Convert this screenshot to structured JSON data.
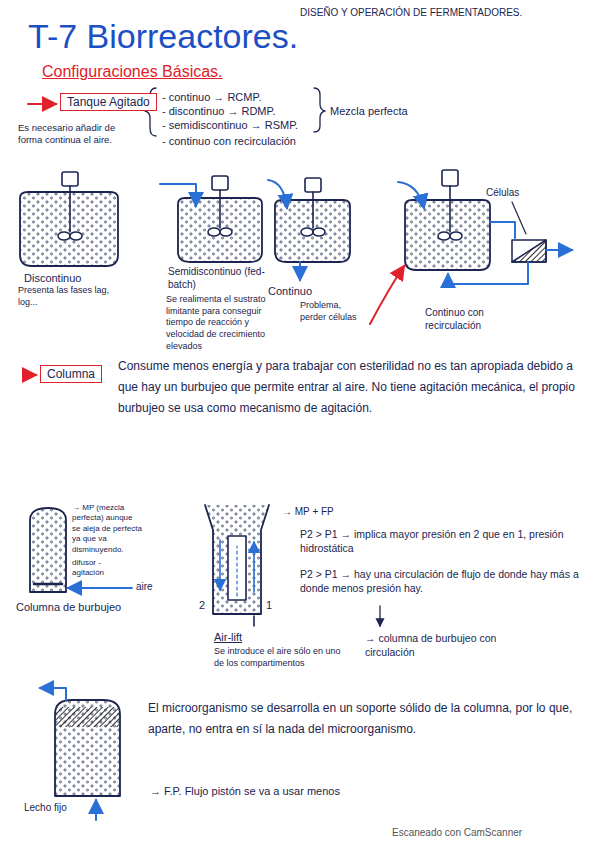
{
  "diagram": {
    "title": "T-7 Biorreactores.",
    "nodes": [
      {
        "text": [
          "Tanque Agitado"
        ]
      },
      {
        "text": [
          "Columna"
        ]
      }
    ],
    "labels": [
      "DISEÑO Y OPERACIÓN DE FERMENTADORES.",
      "Configuraciones Básicas.",
      "- continuo → RCMP.",
      "- discontinuo → RDMP.",
      "- semidiscontinuo → RSMP.",
      "- continuo con recirculación",
      "Mezcla perfecta",
      "Es necesario añadir de forma continua el aire.",
      "Discontinuo",
      "Presenta las fases lag, log...",
      "Semidiscontinuo (fed-batch)",
      "Se realimenta el sustrato limitante para conseguir tiempo de reacción y velocidad de crecimiento elevados",
      "Continuo",
      "Problema, perder células",
      "Continuo con recirculación",
      "Células",
      "Consume menos energía y para trabajar con esterilidad no es tan apropiada debido a que hay un burbujeo que permite entrar al aire. No tiene agitación mecánica, el propio burbujeo se usa como mecanismo de agitación.",
      "→ MP (mezcla perfecta) aunque se aleja de perfecta ya que va disminuyendo.",
      "difusor - agitación",
      "aire",
      "Columna de burbujeo",
      "2",
      "1",
      "Air-lift",
      "Se introduce el aire sólo en uno de los compartimentos",
      "→ MP + FP",
      "P2 > P1 → implica mayor presión en 2 que en 1, presión hidrostática",
      "P2 > P1 → hay una circulación de flujo de donde hay más a donde menos presión hay.",
      "→ columna de burbujeo con circulación",
      "El microorganismo se desarrolla en un soporte sólido de la columna, por lo que, aparte, no entra en sí la nada del microorganismo.",
      "Lecho fijo",
      "→ F.P. Flujo pistón se va a usar menos",
      "Escaneado con CamScanner"
    ]
  }
}
